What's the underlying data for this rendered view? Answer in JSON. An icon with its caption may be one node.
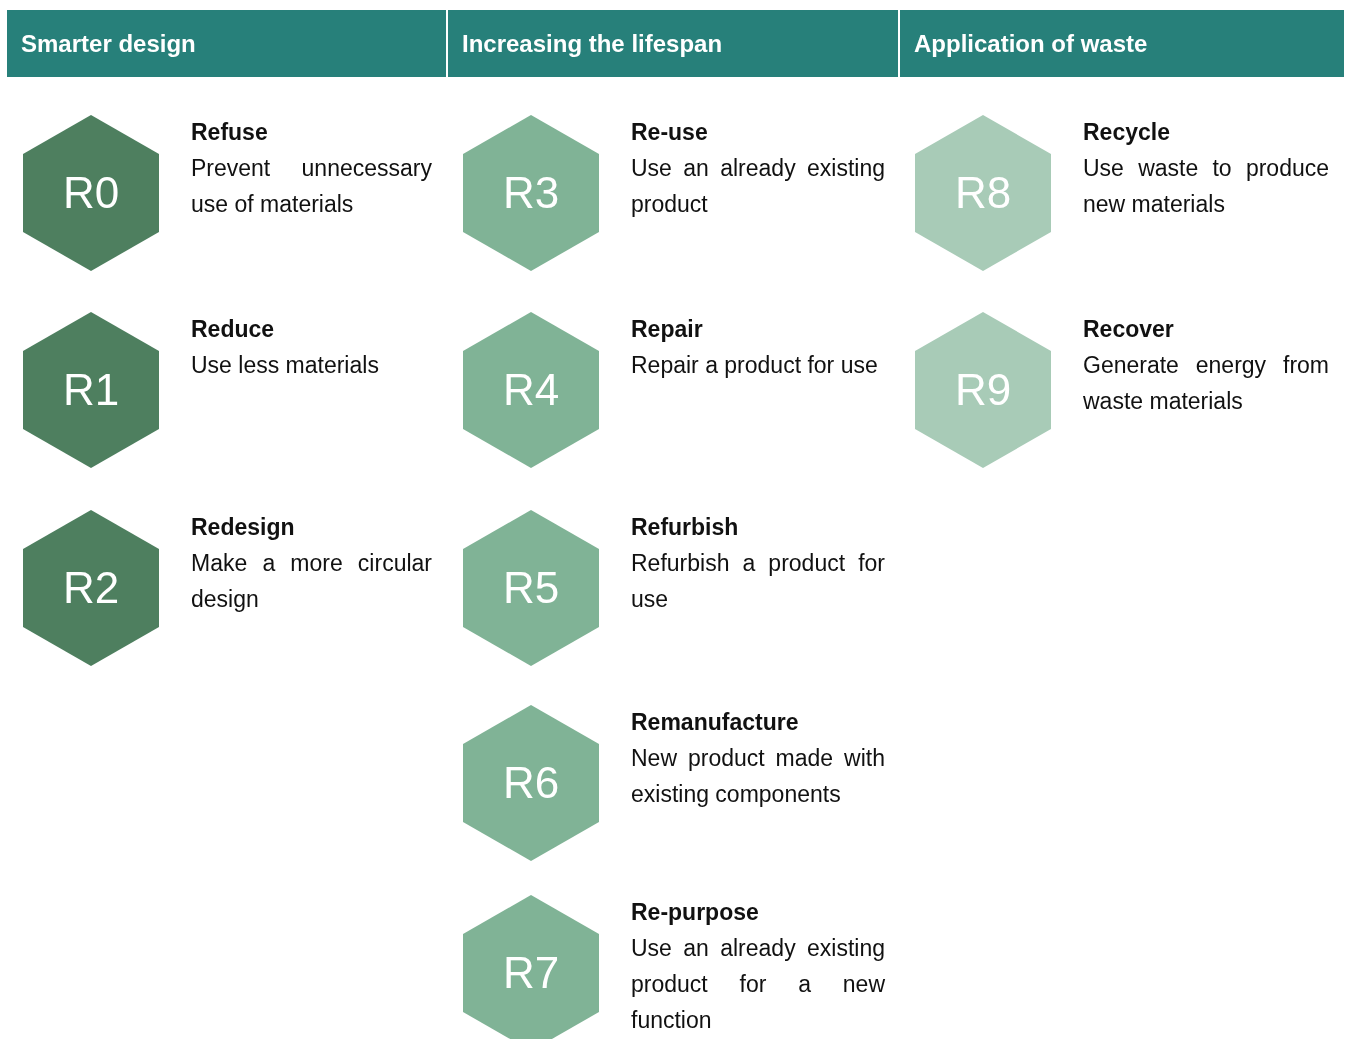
{
  "diagram": {
    "nodes": [
      {
        "text": [
          "Smarter design"
        ]
      },
      {
        "text": [
          "Increasing the lifespan"
        ]
      },
      {
        "text": [
          "Application of waste"
        ]
      },
      {
        "text": [
          "R0"
        ],
        "beside": [
          "Refuse",
          "Prevent unnecessary use of materials"
        ]
      },
      {
        "text": [
          "R1"
        ],
        "beside": [
          "Reduce",
          "Use less materials"
        ]
      },
      {
        "text": [
          "R2"
        ],
        "beside": [
          "Redesign",
          "Make a more circular design"
        ]
      },
      {
        "text": [
          "R3"
        ],
        "beside": [
          "Re-use",
          "Use an already existing product"
        ]
      },
      {
        "text": [
          "R4"
        ],
        "beside": [
          "Repair",
          "Repair a product for use"
        ]
      },
      {
        "text": [
          "R5"
        ],
        "beside": [
          "Refurbish",
          "Refurbish a product for use"
        ]
      },
      {
        "text": [
          "R6"
        ],
        "beside": [
          "Remanufacture",
          "New product made with existing components"
        ]
      },
      {
        "text": [
          "R7"
        ],
        "beside": [
          "Re-purpose",
          "Use an already existing product for a new function"
        ]
      },
      {
        "text": [
          "R8"
        ],
        "beside": [
          "Recycle",
          "Use waste to produce new materials"
        ]
      },
      {
        "text": [
          "R9"
        ],
        "beside": [
          "Recover",
          "Generate energy from waste materials"
        ]
      }
    ]
  }
}
